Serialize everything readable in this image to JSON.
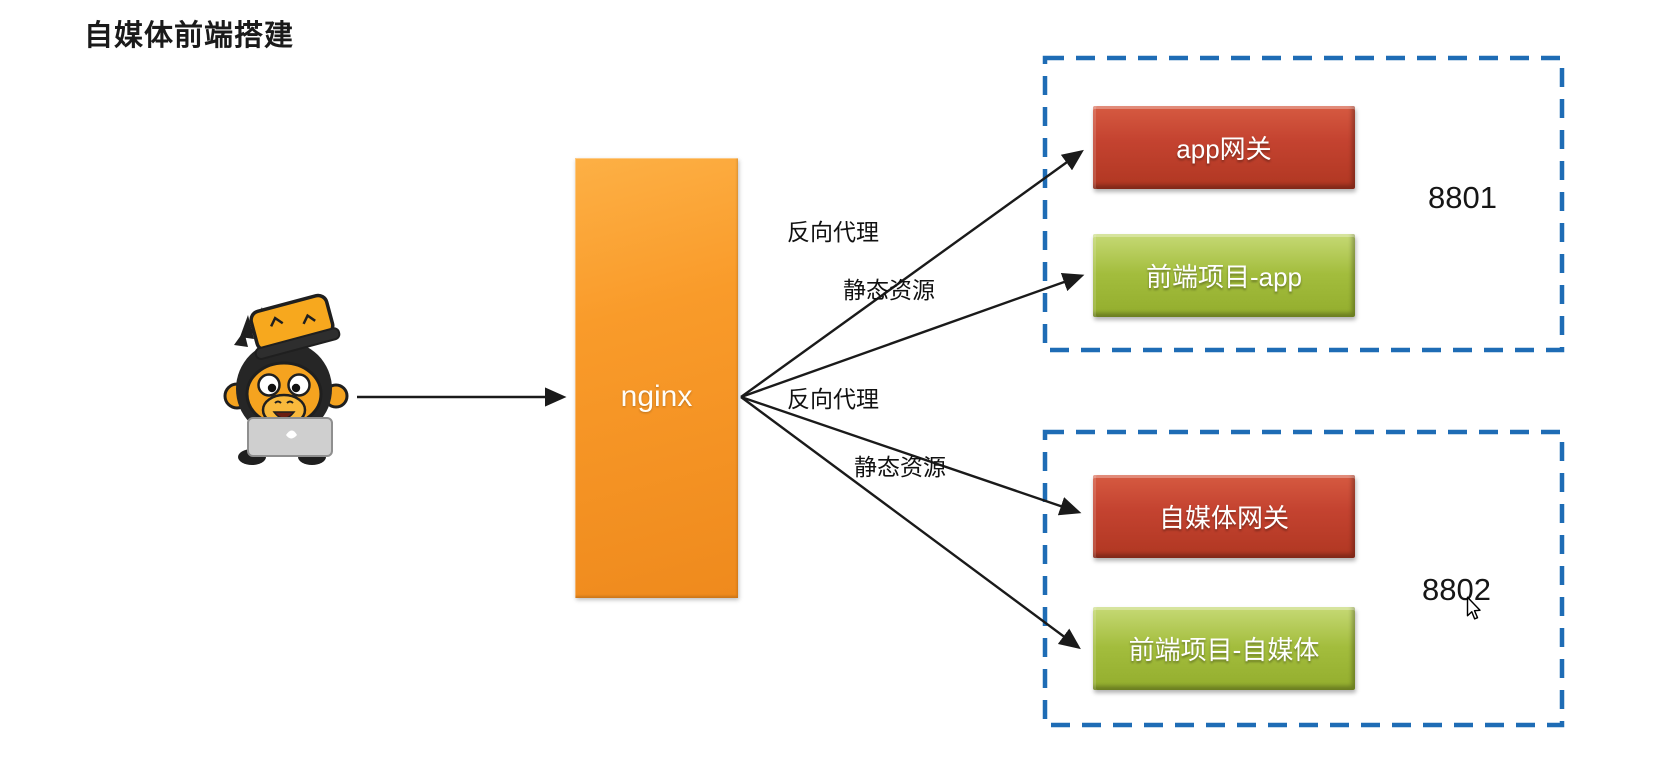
{
  "title": "自媒体前端搭建",
  "colors": {
    "accent_orange": "#F99B2A",
    "gateway_red": "#C44330",
    "frontend_green": "#A3BD3D",
    "group_border_blue": "#1E6CB5",
    "text_black": "#1A1A1A"
  },
  "icons": {
    "mascot": "monkey-developer-with-laptop-icon",
    "cursor": "mouse-arrow-cursor-icon"
  },
  "nginx": {
    "label": "nginx"
  },
  "edges": {
    "app": {
      "proxy": "反向代理",
      "static": "静态资源"
    },
    "media": {
      "proxy": "反向代理",
      "static": "静态资源"
    }
  },
  "groups": [
    {
      "port": "8801",
      "gateway_label": "app网关",
      "frontend_label": "前端项目-app"
    },
    {
      "port": "8802",
      "gateway_label": "自媒体网关",
      "frontend_label": "前端项目-自媒体"
    }
  ]
}
